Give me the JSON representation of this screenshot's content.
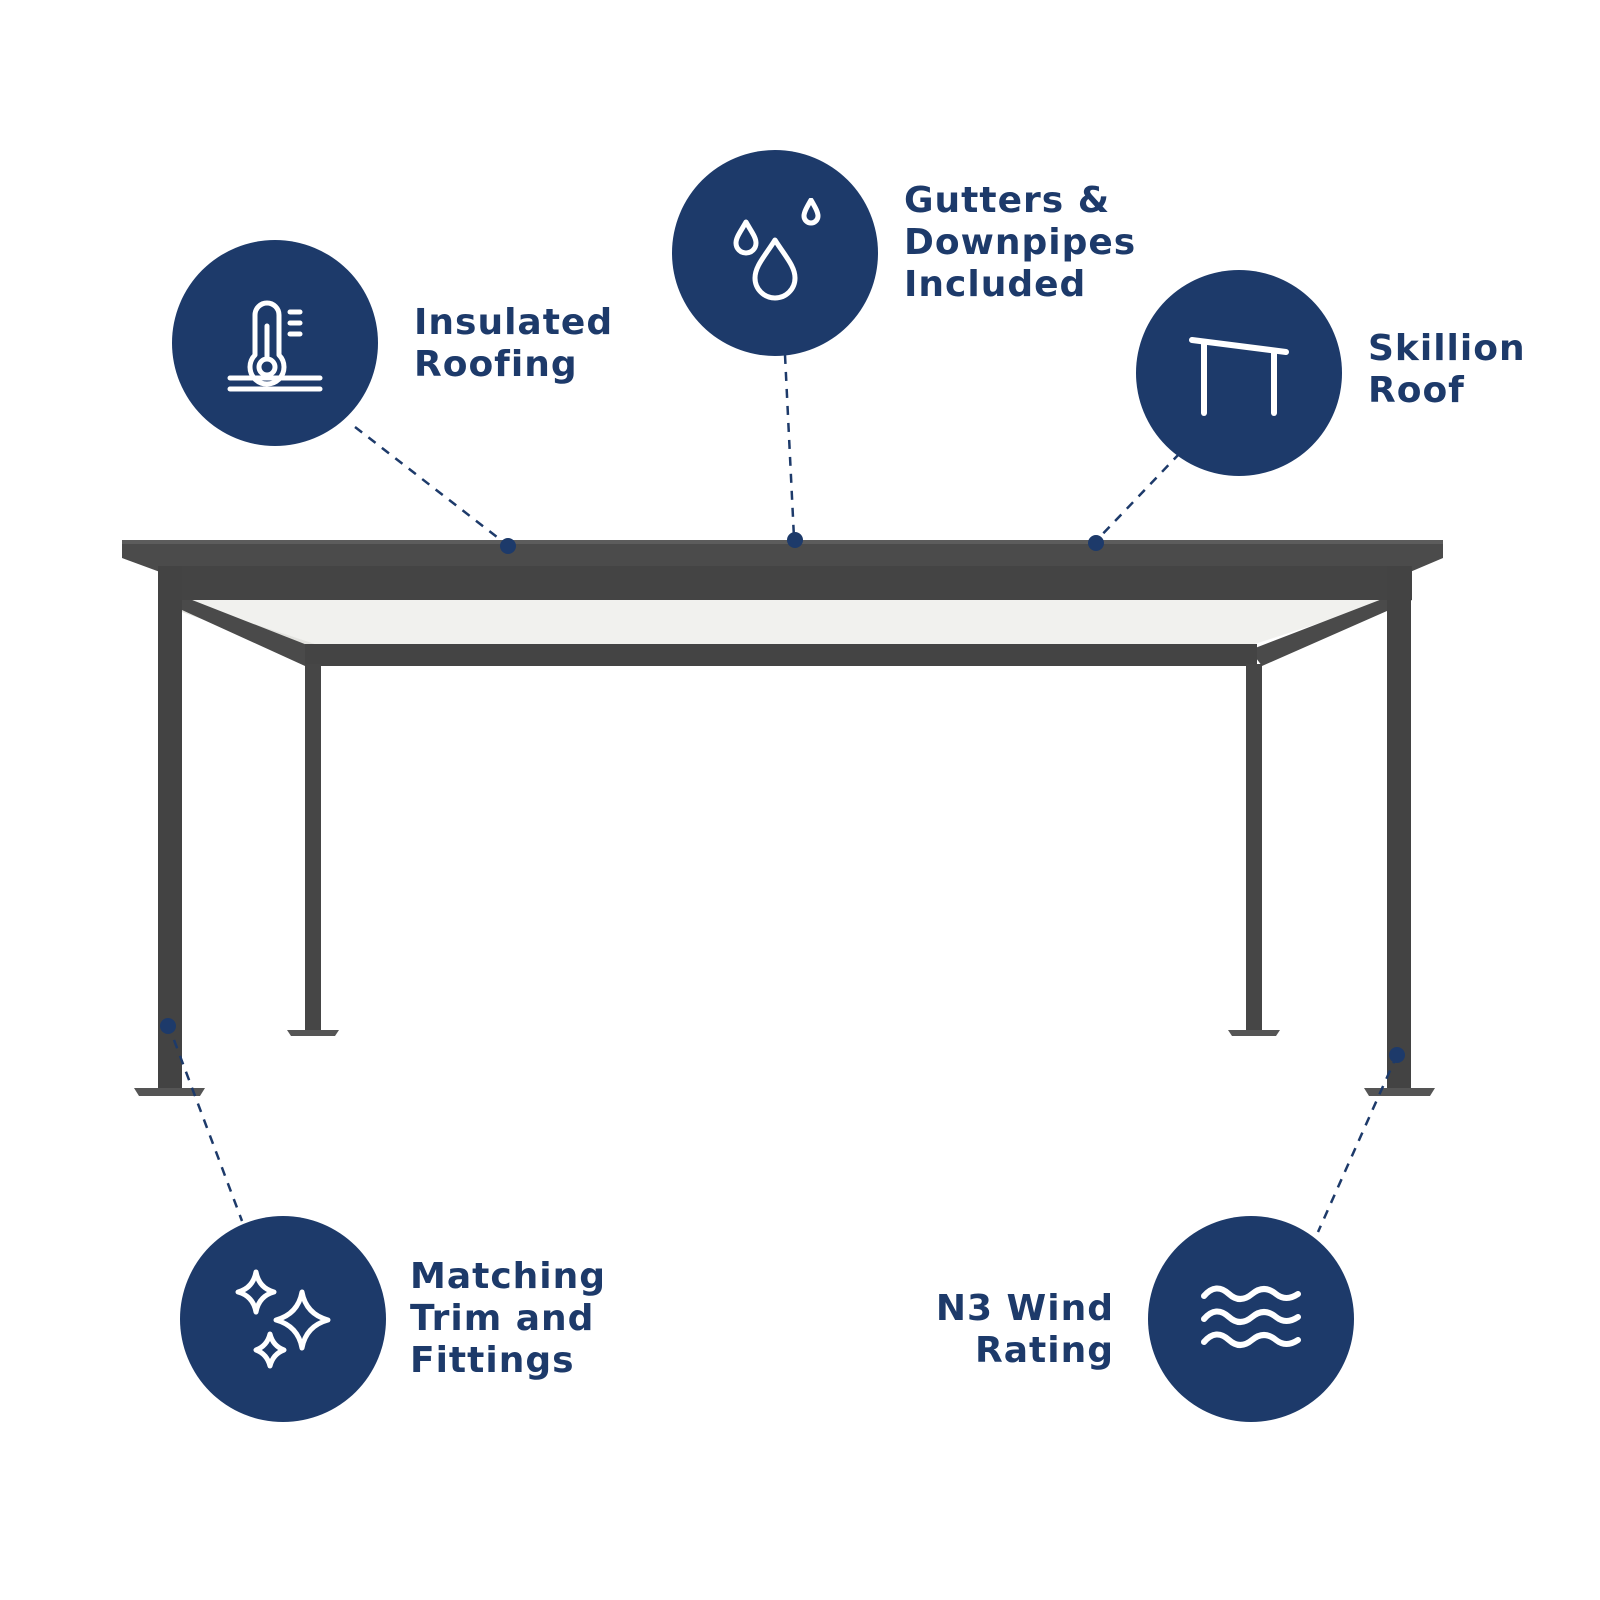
{
  "colors": {
    "brand_navy": "#1d3a6a",
    "frame_charcoal": "#454545",
    "ceiling_white": "#f1f1ee"
  },
  "features": [
    {
      "id": "insulated",
      "icon": "thermometer-icon",
      "lines": [
        "Insulated",
        "Roofing"
      ]
    },
    {
      "id": "gutters",
      "icon": "water-drops-icon",
      "lines": [
        "Gutters &",
        "Downpipes",
        "Included"
      ]
    },
    {
      "id": "skillion",
      "icon": "skillion-roof-icon",
      "lines": [
        "Skillion",
        "Roof"
      ]
    },
    {
      "id": "trim",
      "icon": "sparkles-icon",
      "lines": [
        "Matching",
        "Trim and",
        "Fittings"
      ]
    },
    {
      "id": "wind",
      "icon": "wind-waves-icon",
      "lines": [
        "N3 Wind",
        "Rating"
      ]
    }
  ]
}
